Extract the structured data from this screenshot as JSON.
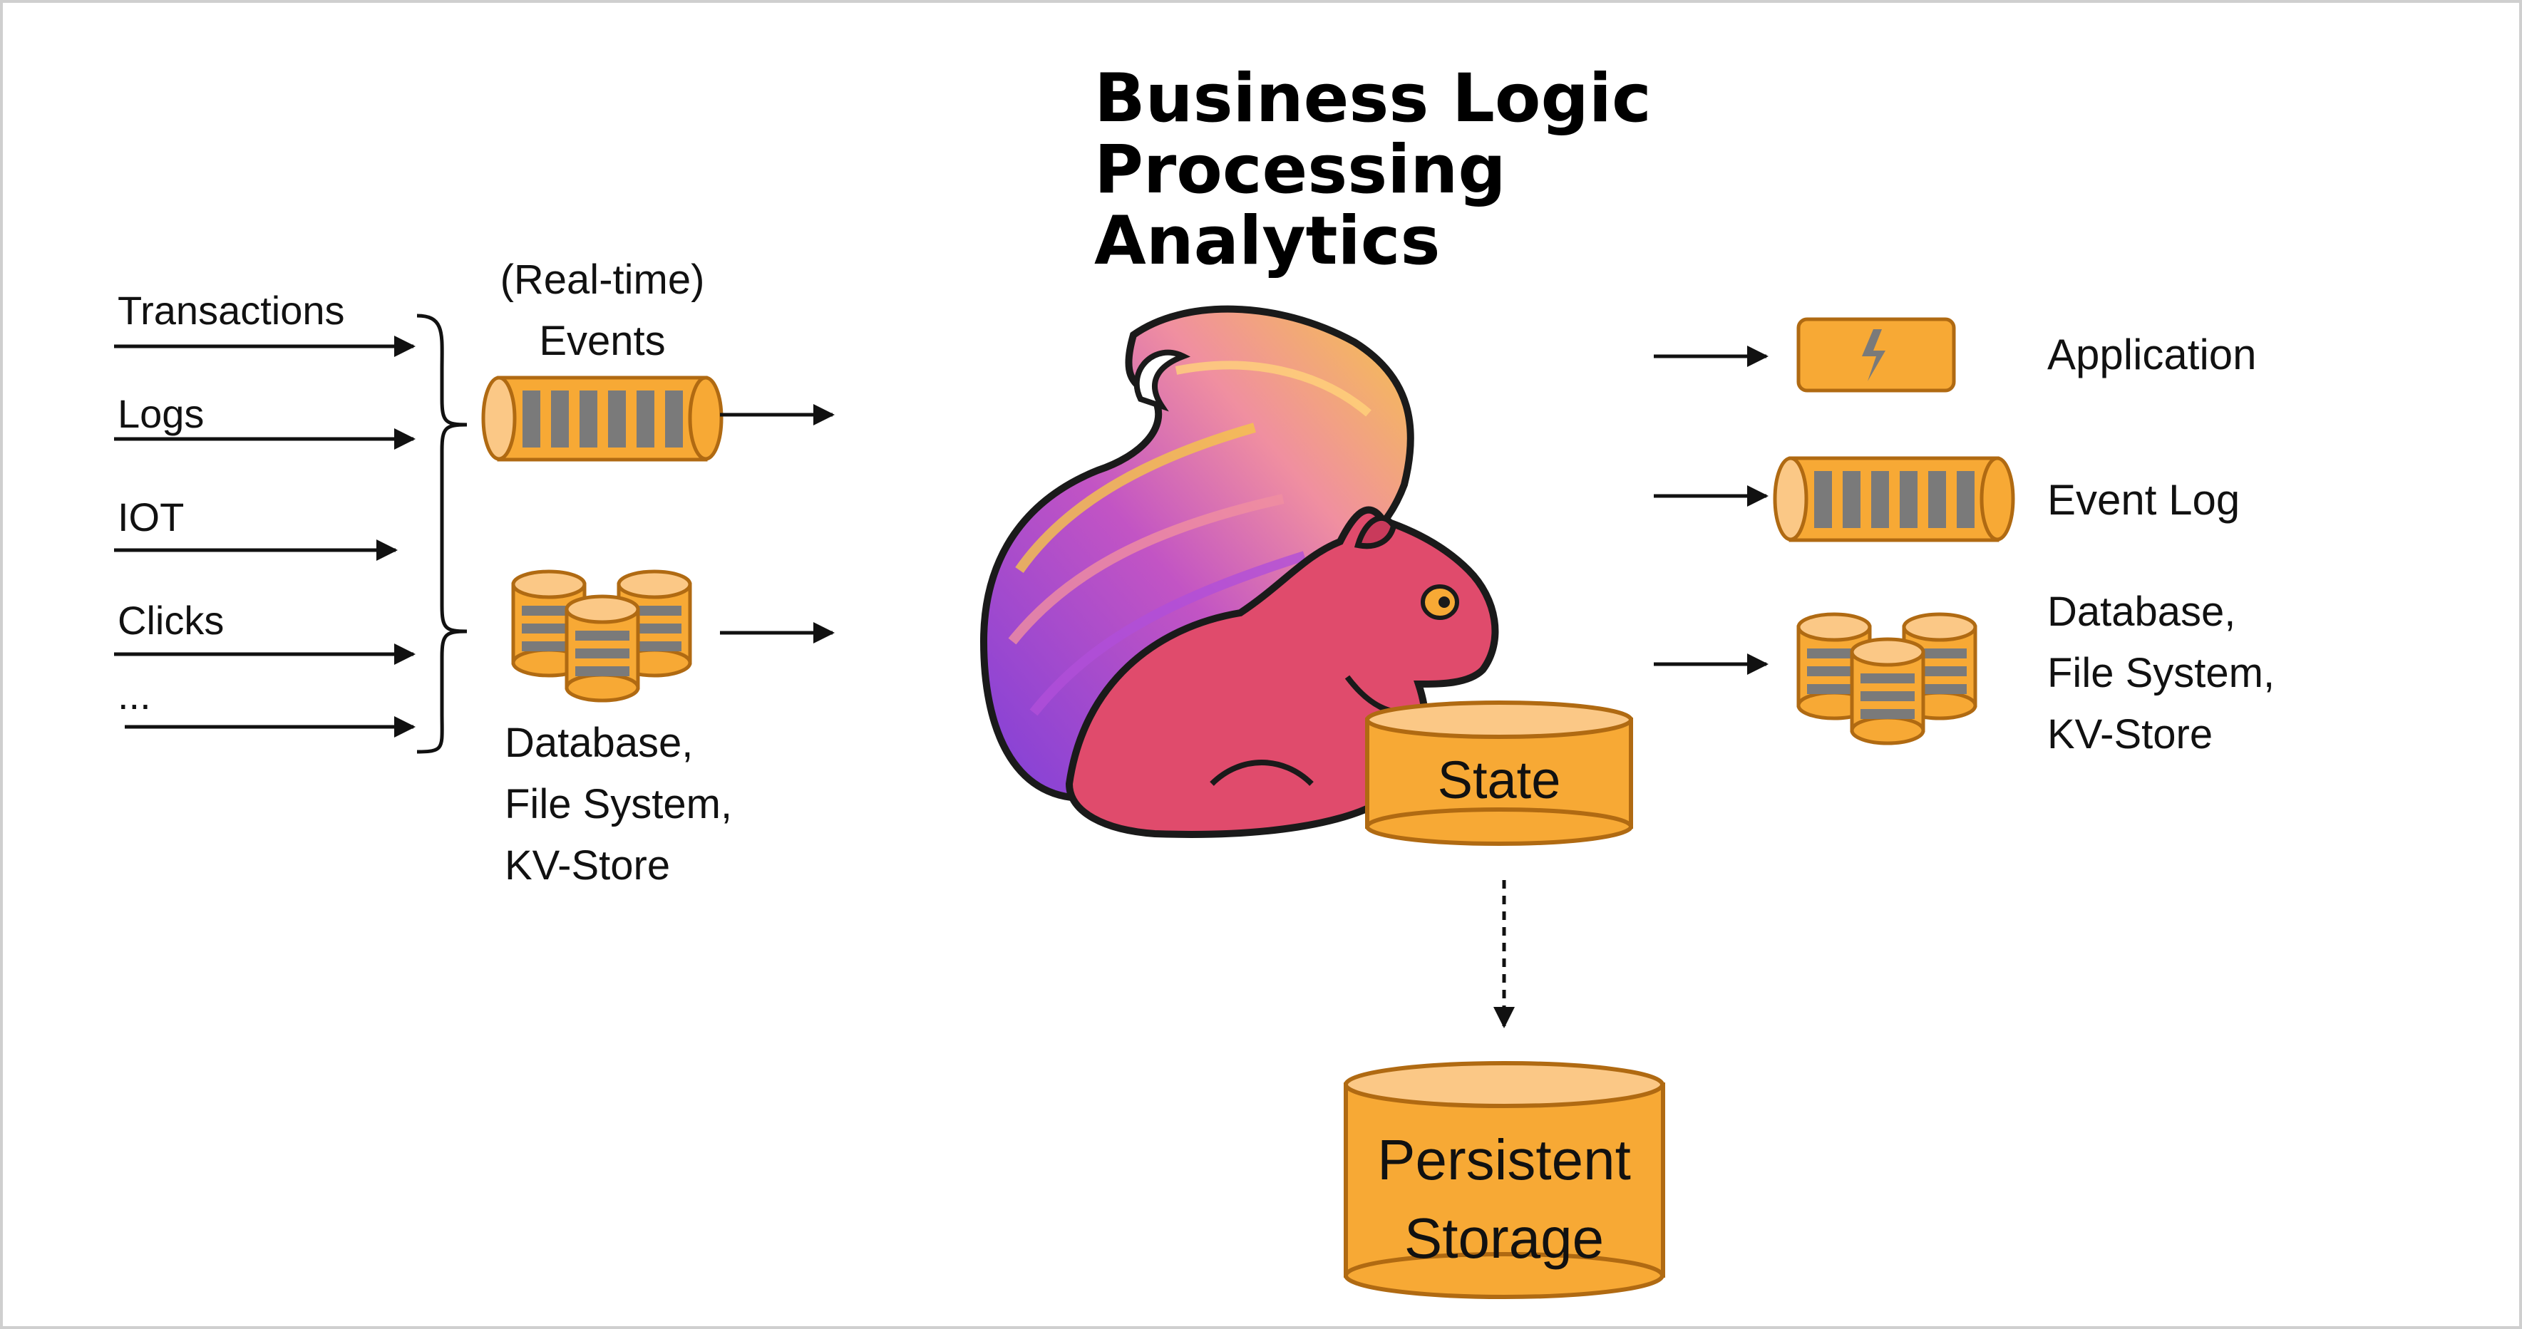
{
  "title_lines": [
    "Business Logic",
    "Processing",
    "Analytics"
  ],
  "inputs": [
    "Transactions",
    "Logs",
    "IOT",
    "Clicks",
    "..."
  ],
  "sources": {
    "events": [
      "(Real-time)",
      "Events"
    ],
    "storage": [
      "Database,",
      "File System,",
      "KV-Store"
    ]
  },
  "sinks": {
    "application": "Application",
    "event_log": "Event Log",
    "storage": [
      "Database,",
      "File System,",
      "KV-Store"
    ]
  },
  "state": "State",
  "persistent_storage": [
    "Persistent",
    "Storage"
  ],
  "colors": {
    "orange": "#F7A935",
    "orange_light": "#FBC886",
    "orange_stroke": "#B06A12",
    "slot_gray": "#7A7A7A",
    "squirrel_pink": "#E04B6C",
    "squirrel_outline": "#1A1A1A",
    "tail_purple": "#8A4FE0",
    "tail_yellow": "#F2C040"
  }
}
